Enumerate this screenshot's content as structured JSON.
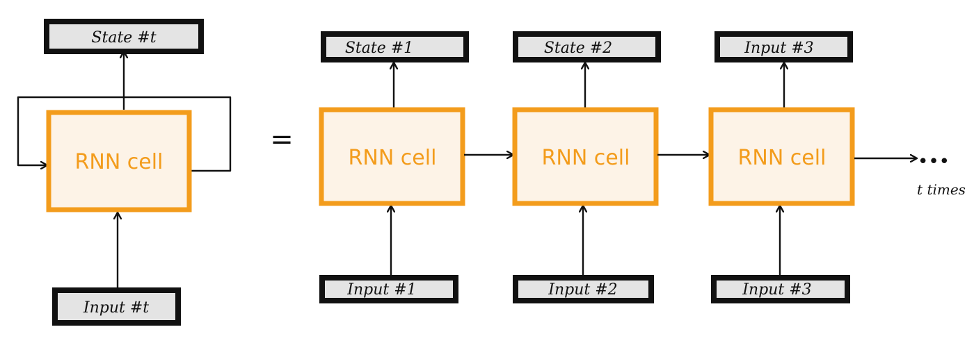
{
  "colors": {
    "cell_fill": "#fdf3e7",
    "cell_border": "#f39c1c",
    "cell_text": "#f39c1c",
    "box_fill": "#e4e4e4",
    "box_border": "#111111",
    "line": "#111111"
  },
  "folded": {
    "state": "State #t",
    "cell": "RNN cell",
    "input": "Input #t"
  },
  "equals": "=",
  "unrolled": [
    {
      "state": "State #1",
      "cell": "RNN cell",
      "input": "Input #1"
    },
    {
      "state": "State #2",
      "cell": "RNN cell",
      "input": "Input #2"
    },
    {
      "state": "Input #3",
      "cell": "RNN cell",
      "input": "Input #3"
    }
  ],
  "continuation": {
    "dots": "•••",
    "label": "t times"
  }
}
